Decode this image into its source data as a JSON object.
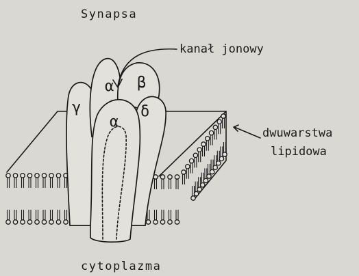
{
  "labels": {
    "top": "Synapsa",
    "channel": "kanał jonowy",
    "bilayer_line1": "dwuwarstwa",
    "bilayer_line2": "lipidowa",
    "bottom": "cytoplazma"
  },
  "subunits": {
    "alpha_back": "α",
    "beta": "β",
    "gamma": "γ",
    "delta": "δ",
    "alpha_front": "α"
  },
  "colors": {
    "background": "#d9d8d3",
    "ink": "#1a1a1a"
  }
}
